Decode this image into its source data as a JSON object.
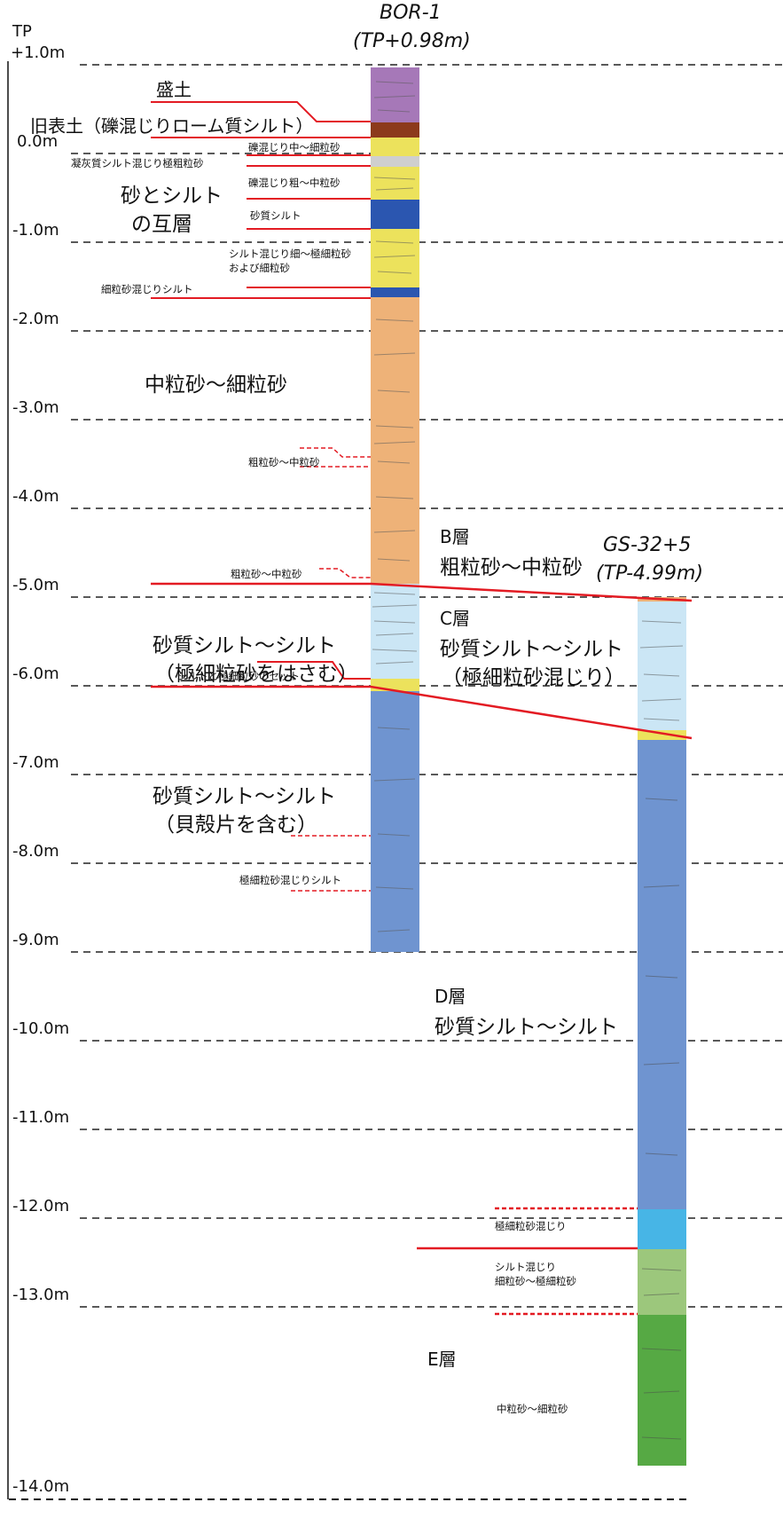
{
  "axis": {
    "unit_label": "TP",
    "ticks": [
      "+1.0m",
      "0.0m",
      "-1.0m",
      "-2.0m",
      "-3.0m",
      "-4.0m",
      "-5.0m",
      "-6.0m",
      "-7.0m",
      "-8.0m",
      "-9.0m",
      "-10.0m",
      "-11.0m",
      "-12.0m",
      "-13.0m",
      "-14.0m"
    ]
  },
  "boreholes": [
    {
      "name": "BOR-1",
      "elevation": "(TP+0.98m)"
    },
    {
      "name": "GS-32+5",
      "elevation": "(TP-4.99m)"
    }
  ],
  "bor1_labels": {
    "fill": "盛土",
    "old_topsoil": "旧表土（礫混じりローム質シルト）",
    "gravelly_med_fine": "礫混じり中～細粒砂",
    "tuffaceous": "凝灰質シルト混じり極粗粒砂",
    "gravelly_coarse_med": "礫混じり粗～中粒砂",
    "alternation_1": "砂とシルト",
    "alternation_2": "の互層",
    "sandy_silt": "砂質シルト",
    "silty_fine_1": "シルト混じり細～極細粒砂",
    "silty_fine_2": "および細粒砂",
    "fine_sand_silt": "細粒砂混じりシルト",
    "medium_fine": "中粒砂～細粒砂",
    "coarse_medium_1": "粗粒砂～中粒砂",
    "coarse_medium_2": "粗粒砂～中粒砂",
    "c_desc_1": "砂質シルト～シルト",
    "c_desc_2": "（極細粒砂をはさむ）",
    "silt_set": "シルトと極細粒砂のセット",
    "d_desc_1": "砂質シルト～シルト",
    "d_desc_2": "（貝殻片を含む）",
    "vfine_silt": "極細粒砂混じりシルト"
  },
  "layers": {
    "b_name": "B層",
    "b_desc": "粗粒砂～中粒砂",
    "c_name": "C層",
    "c_desc_1": "砂質シルト～シルト",
    "c_desc_2": "（極細粒砂混じり）",
    "d_name": "D層",
    "d_desc": "砂質シルト～シルト",
    "e_name": "E層"
  },
  "gs_labels": {
    "vfine_mixed": "極細粒砂混じり",
    "silty_1": "シルト混じり",
    "silty_2": "細粒砂～極細粒砂",
    "medium_fine": "中粒砂～細粒砂"
  },
  "colors": {
    "fill": "#a678b8",
    "old_topsoil": "#8c3a1c",
    "yellow_sand": "#ece25c",
    "grey_tuff": "#cfcfcf",
    "blue_silt": "#2b56b0",
    "orange_sand": "#eeb278",
    "light_blue": "#cbe6f5",
    "d_blue": "#6f94d0",
    "cyan": "#47b5e6",
    "light_green": "#9cc77c",
    "green": "#56a944",
    "red_line": "#e31b23"
  }
}
